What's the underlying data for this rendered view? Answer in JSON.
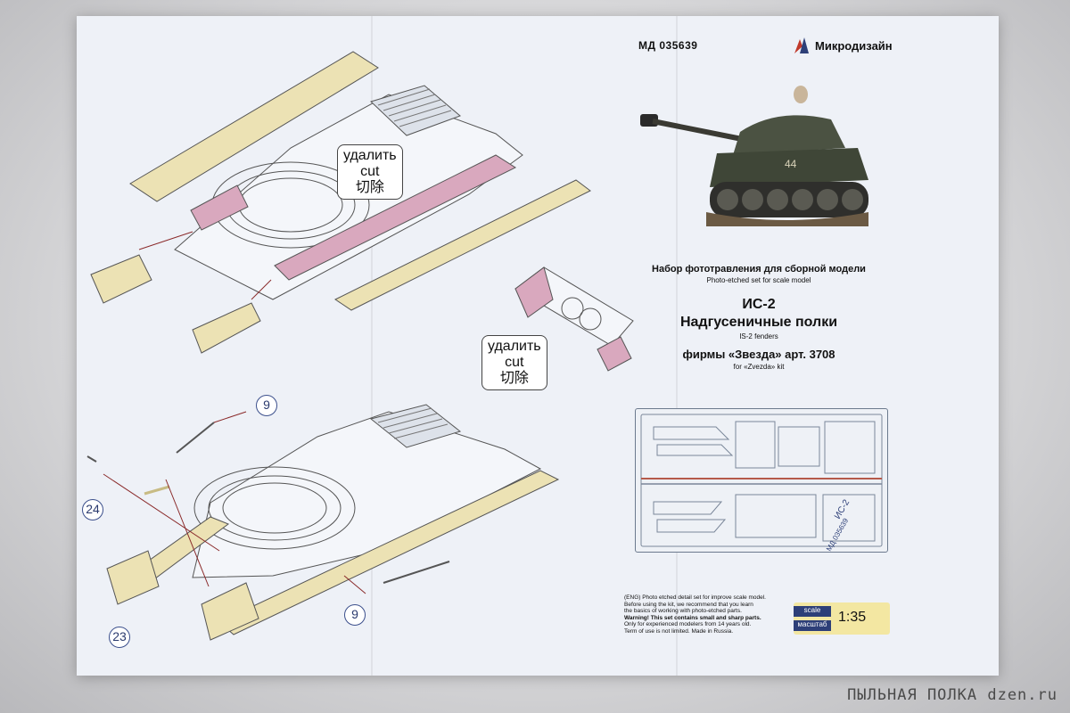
{
  "header": {
    "article_code": "МД 035639",
    "brand": "Микродизайн"
  },
  "callouts": {
    "cut_ru": "удалить",
    "cut_en": "cut",
    "cut_zh": "切除"
  },
  "part_numbers": [
    "9",
    "24",
    "23",
    "9"
  ],
  "titles": {
    "set_ru": "Набор фототравления для сборной модели",
    "set_en": "Photo-etched set for scale model",
    "model": "ИС-2",
    "name_ru": "Надгусеничные полки",
    "name_en": "IS-2 fenders",
    "firm_ru": "фирмы «Звезда» арт. 3708",
    "firm_en": "for «Zvezda» kit"
  },
  "fret_labels": [
    "ИС-2",
    "МД 035639"
  ],
  "notes": [
    "(ENG) Photo etched detail set for improve scale model.",
    "Before using the kit, we recommend that you learn",
    "the basics of working with photo-etched parts.",
    "Warning! This set contains small and sharp parts.",
    "Only for experienced modelers from 14 years old.",
    "Term of use is not limited. Made in Russia."
  ],
  "scale": {
    "label_en": "scale",
    "label_ru": "масштаб",
    "value": "1:35"
  },
  "watermark": "ПЫЛЬНАЯ ПОЛКА dzen.ru",
  "colors": {
    "paper": "#eef1f7",
    "pe_part": "#ece2b4",
    "cut_area": "#d9a8be",
    "brand_blue": "#2d3f78",
    "scale_bg": "#f3e7a2"
  }
}
